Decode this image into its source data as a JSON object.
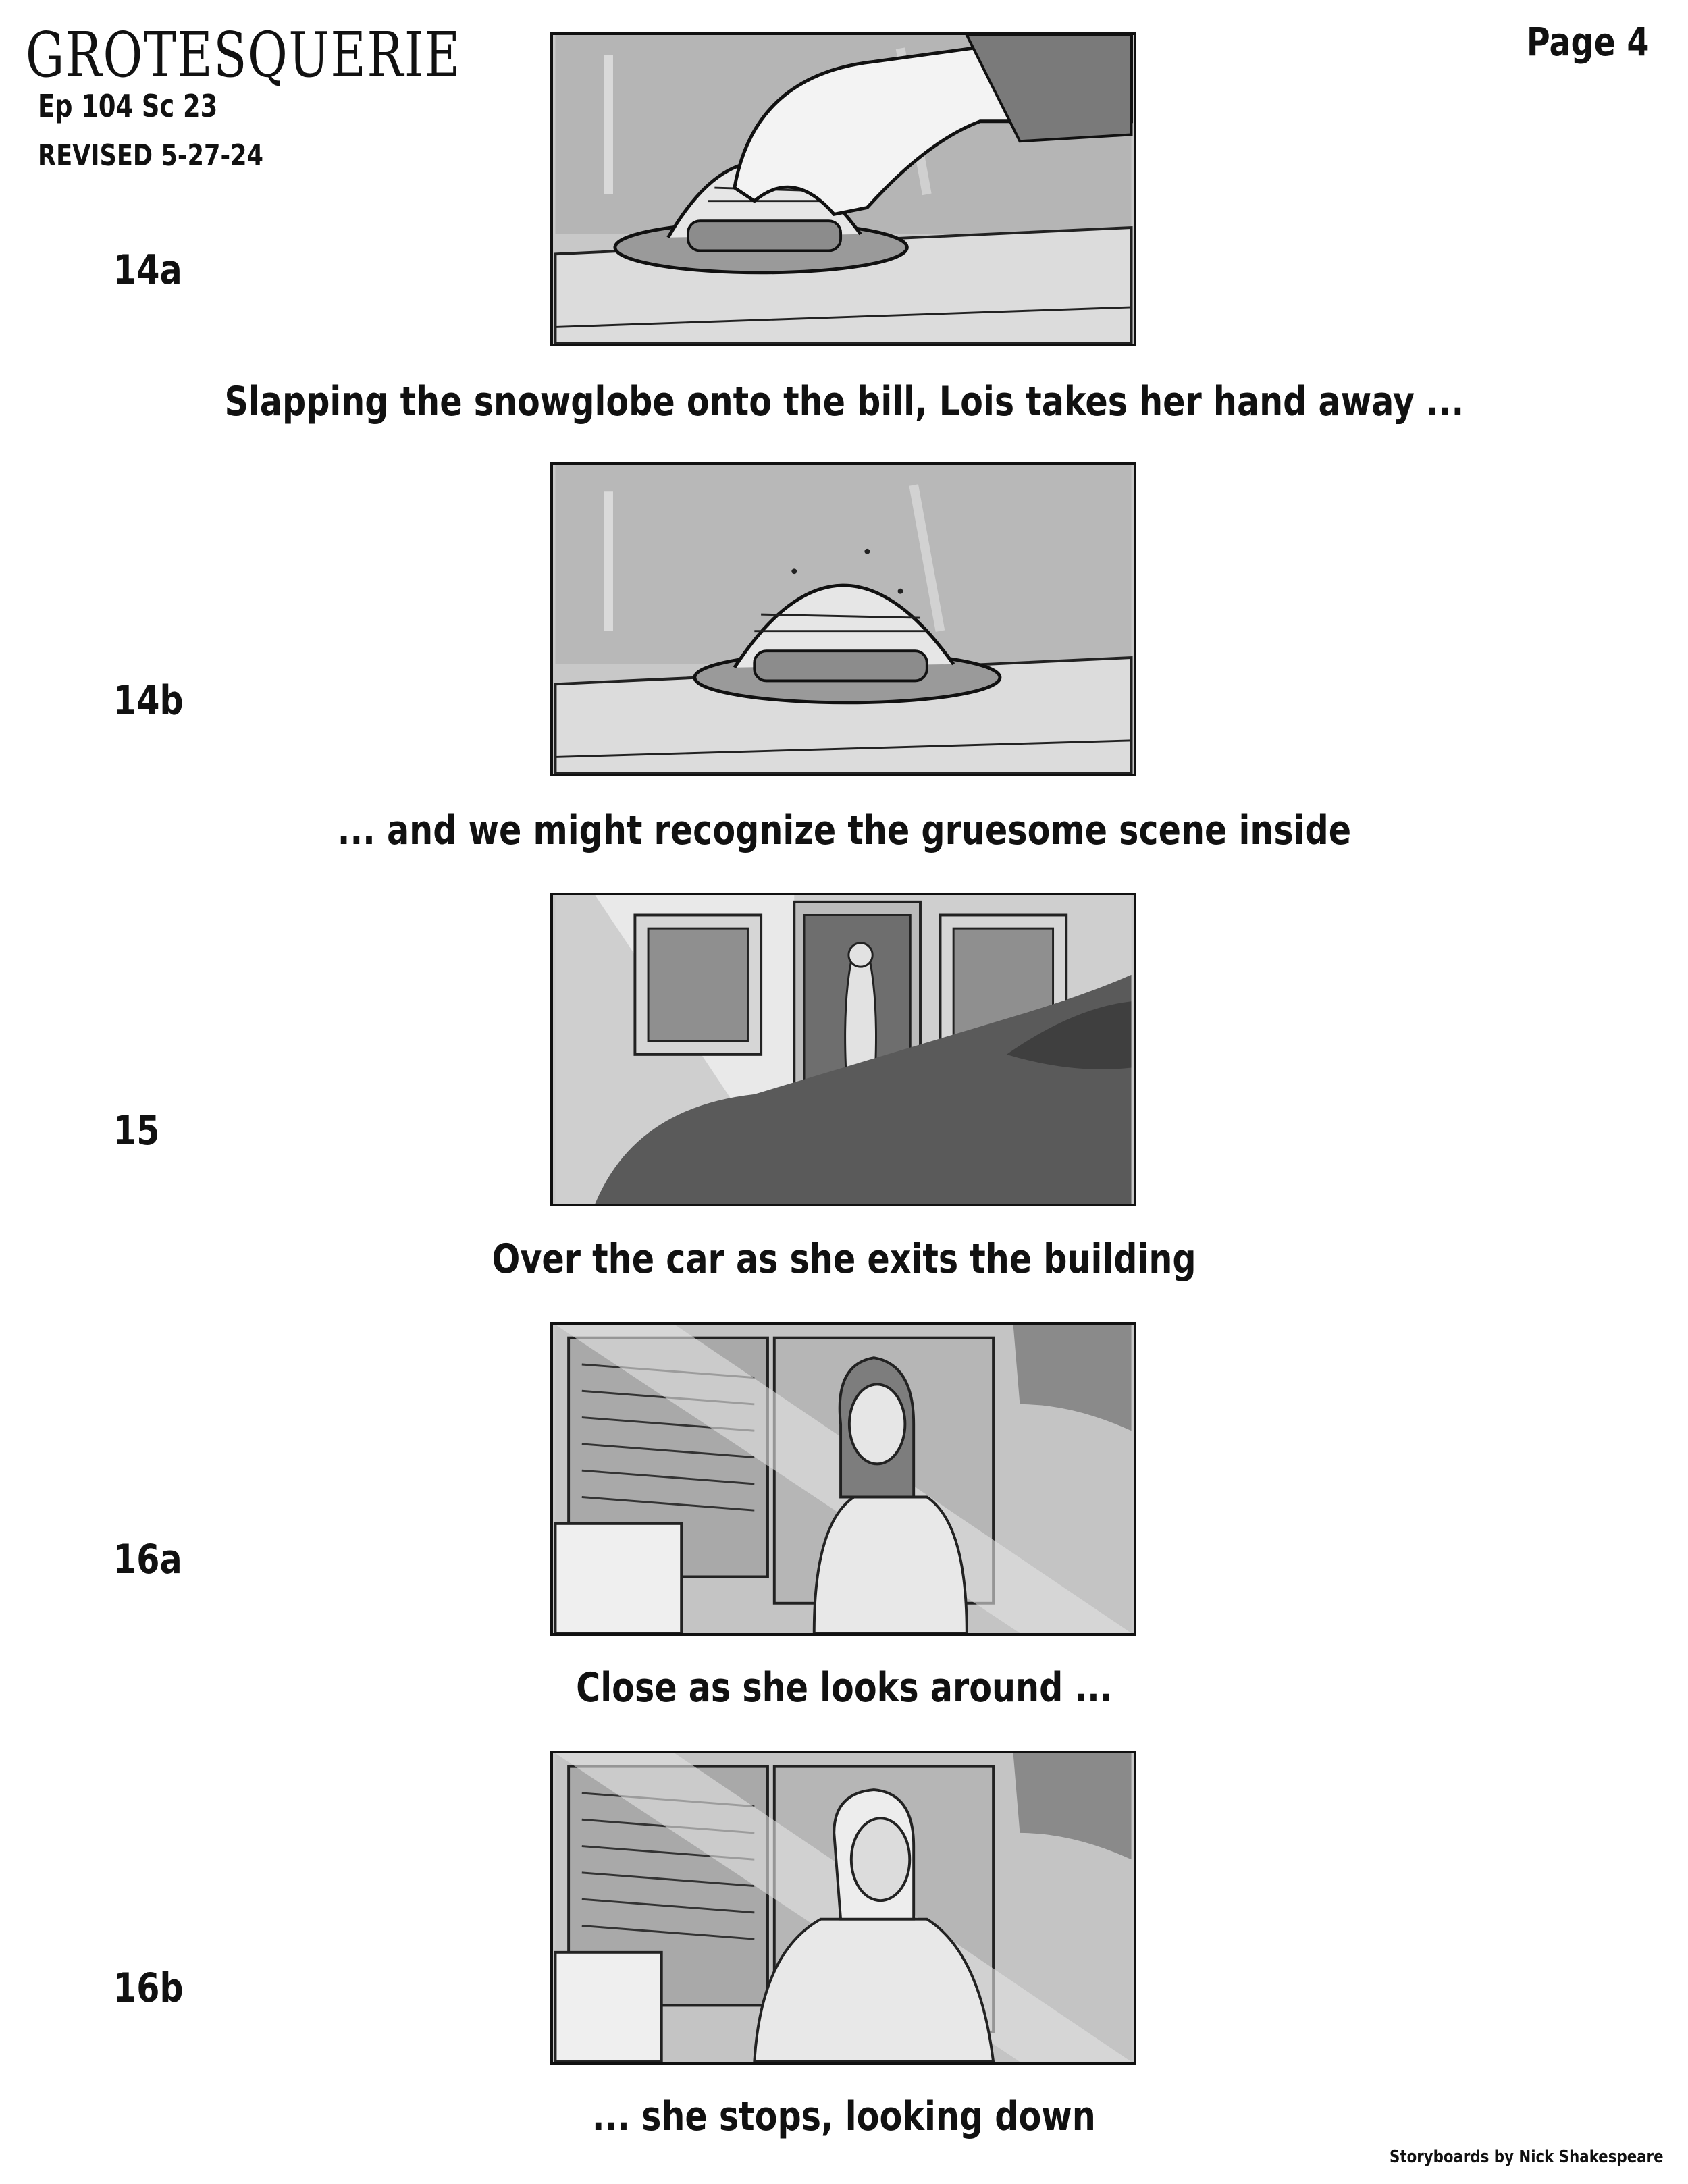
{
  "header": {
    "title": "GROTESQUERIE",
    "episode_scene": "Ep 104 Sc 23",
    "revision": "REVISED 5-27-24",
    "page": "Page 4"
  },
  "panels": [
    {
      "shot": "14a",
      "caption": "Slapping the snowglobe onto the bill, Lois takes her hand away ..."
    },
    {
      "shot": "14b",
      "caption": "... and we might recognize the gruesome scene inside"
    },
    {
      "shot": "15",
      "caption": "Over the car as she exits the building"
    },
    {
      "shot": "16a",
      "caption": "Close as she looks around ..."
    },
    {
      "shot": "16b",
      "caption": "... she stops, looking down"
    }
  ],
  "footer": {
    "credit": "Storyboards by Nick Shakespeare"
  }
}
